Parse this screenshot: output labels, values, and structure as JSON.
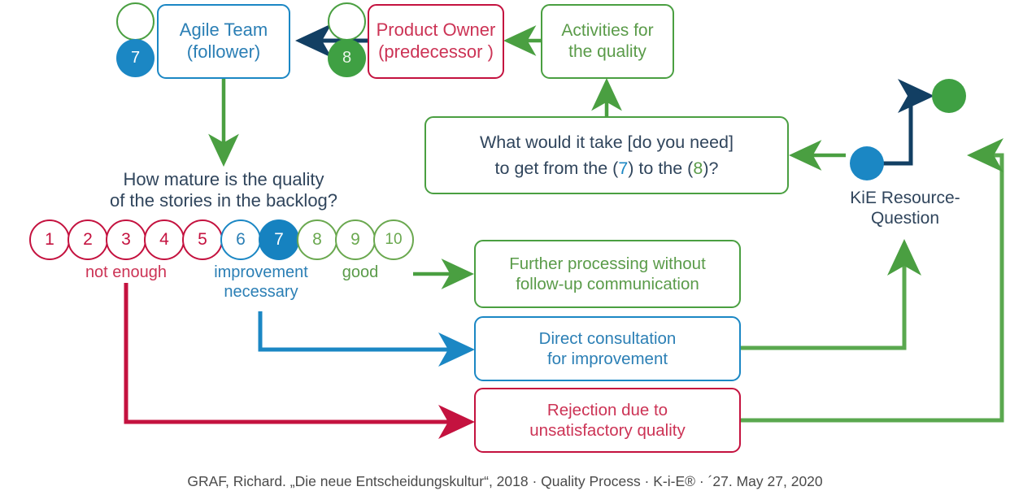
{
  "diagram": {
    "title": "KiE Quality Process",
    "colors": {
      "blue": "#1b87c4",
      "red": "#c4123f",
      "green": "#4a9f41",
      "navy": "#123f63",
      "text": "#30455c"
    }
  },
  "boxes": {
    "agile_team": {
      "line1": "Agile Team",
      "line2": "(follower)"
    },
    "product_owner": {
      "line1": "Product Owner",
      "line2": "(predecessor )"
    },
    "activities": {
      "line1": "Activities for",
      "line2": "the quality"
    },
    "question": {
      "line1": "What would it take [do you need]",
      "line2_a": "to get from the (",
      "line2_seven": "7",
      "line2_b": ") to the (",
      "line2_eight": "8",
      "line2_c": ")?"
    },
    "further_processing": {
      "line1": "Further processing without",
      "line2": "follow-up communication"
    },
    "direct_consultation": {
      "line1": "Direct consultation",
      "line2": "for improvement"
    },
    "rejection": {
      "line1": "Rejection due to",
      "line2": "unsatisfactory quality"
    }
  },
  "markers": {
    "team_score": "7",
    "po_score": "8",
    "team_hollow": "",
    "po_hollow": ""
  },
  "kie": {
    "label_line1": "KiE Resource-",
    "label_line2": "Question"
  },
  "question_prompt": {
    "line1": "How mature is the quality",
    "line2": "of the stories in the backlog?"
  },
  "scale": {
    "selected": 7,
    "items": [
      {
        "value": "1",
        "band": "red"
      },
      {
        "value": "2",
        "band": "red"
      },
      {
        "value": "3",
        "band": "red"
      },
      {
        "value": "4",
        "band": "red"
      },
      {
        "value": "5",
        "band": "red"
      },
      {
        "value": "6",
        "band": "blue"
      },
      {
        "value": "7",
        "band": "blue"
      },
      {
        "value": "8",
        "band": "green"
      },
      {
        "value": "9",
        "band": "green"
      },
      {
        "value": "10",
        "band": "green"
      }
    ],
    "band_labels": {
      "red": "not enough",
      "blue_line1": "improvement",
      "blue_line2": "necessary",
      "green": "good"
    }
  },
  "footer": {
    "text": "GRAF, Richard. „Die neue Entscheidungskultur“, 2018 · Quality Process · K-i-E® · ´27. May 27, 2020"
  }
}
